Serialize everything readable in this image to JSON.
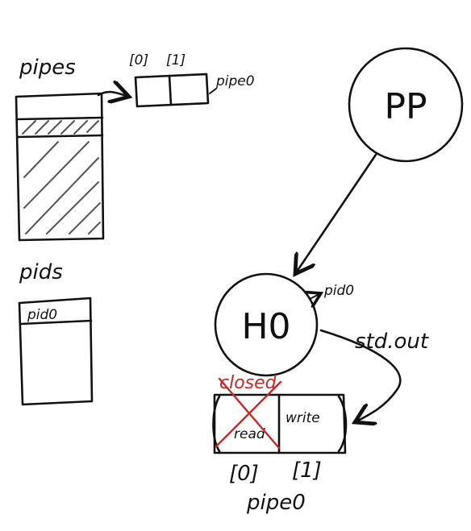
{
  "pipes_array": {
    "label": "pipes"
  },
  "pids_array": {
    "label": "pids",
    "entry": "pid0"
  },
  "pipe_top": {
    "index0": "[0]",
    "index1": "[1]",
    "name": "pipe0"
  },
  "parent_node": {
    "label": "PP"
  },
  "child_node": {
    "label": "H0",
    "pid_note": "pid0"
  },
  "stdout_label": "std.out",
  "pipe_bottom": {
    "closed_label": "closed",
    "read_label": "read",
    "write_label": "write",
    "index0": "[0]",
    "index1": "[1]",
    "name": "pipe0"
  },
  "colors": {
    "ink": "#111111",
    "closed": "#c62828",
    "hatch": "#555555"
  }
}
